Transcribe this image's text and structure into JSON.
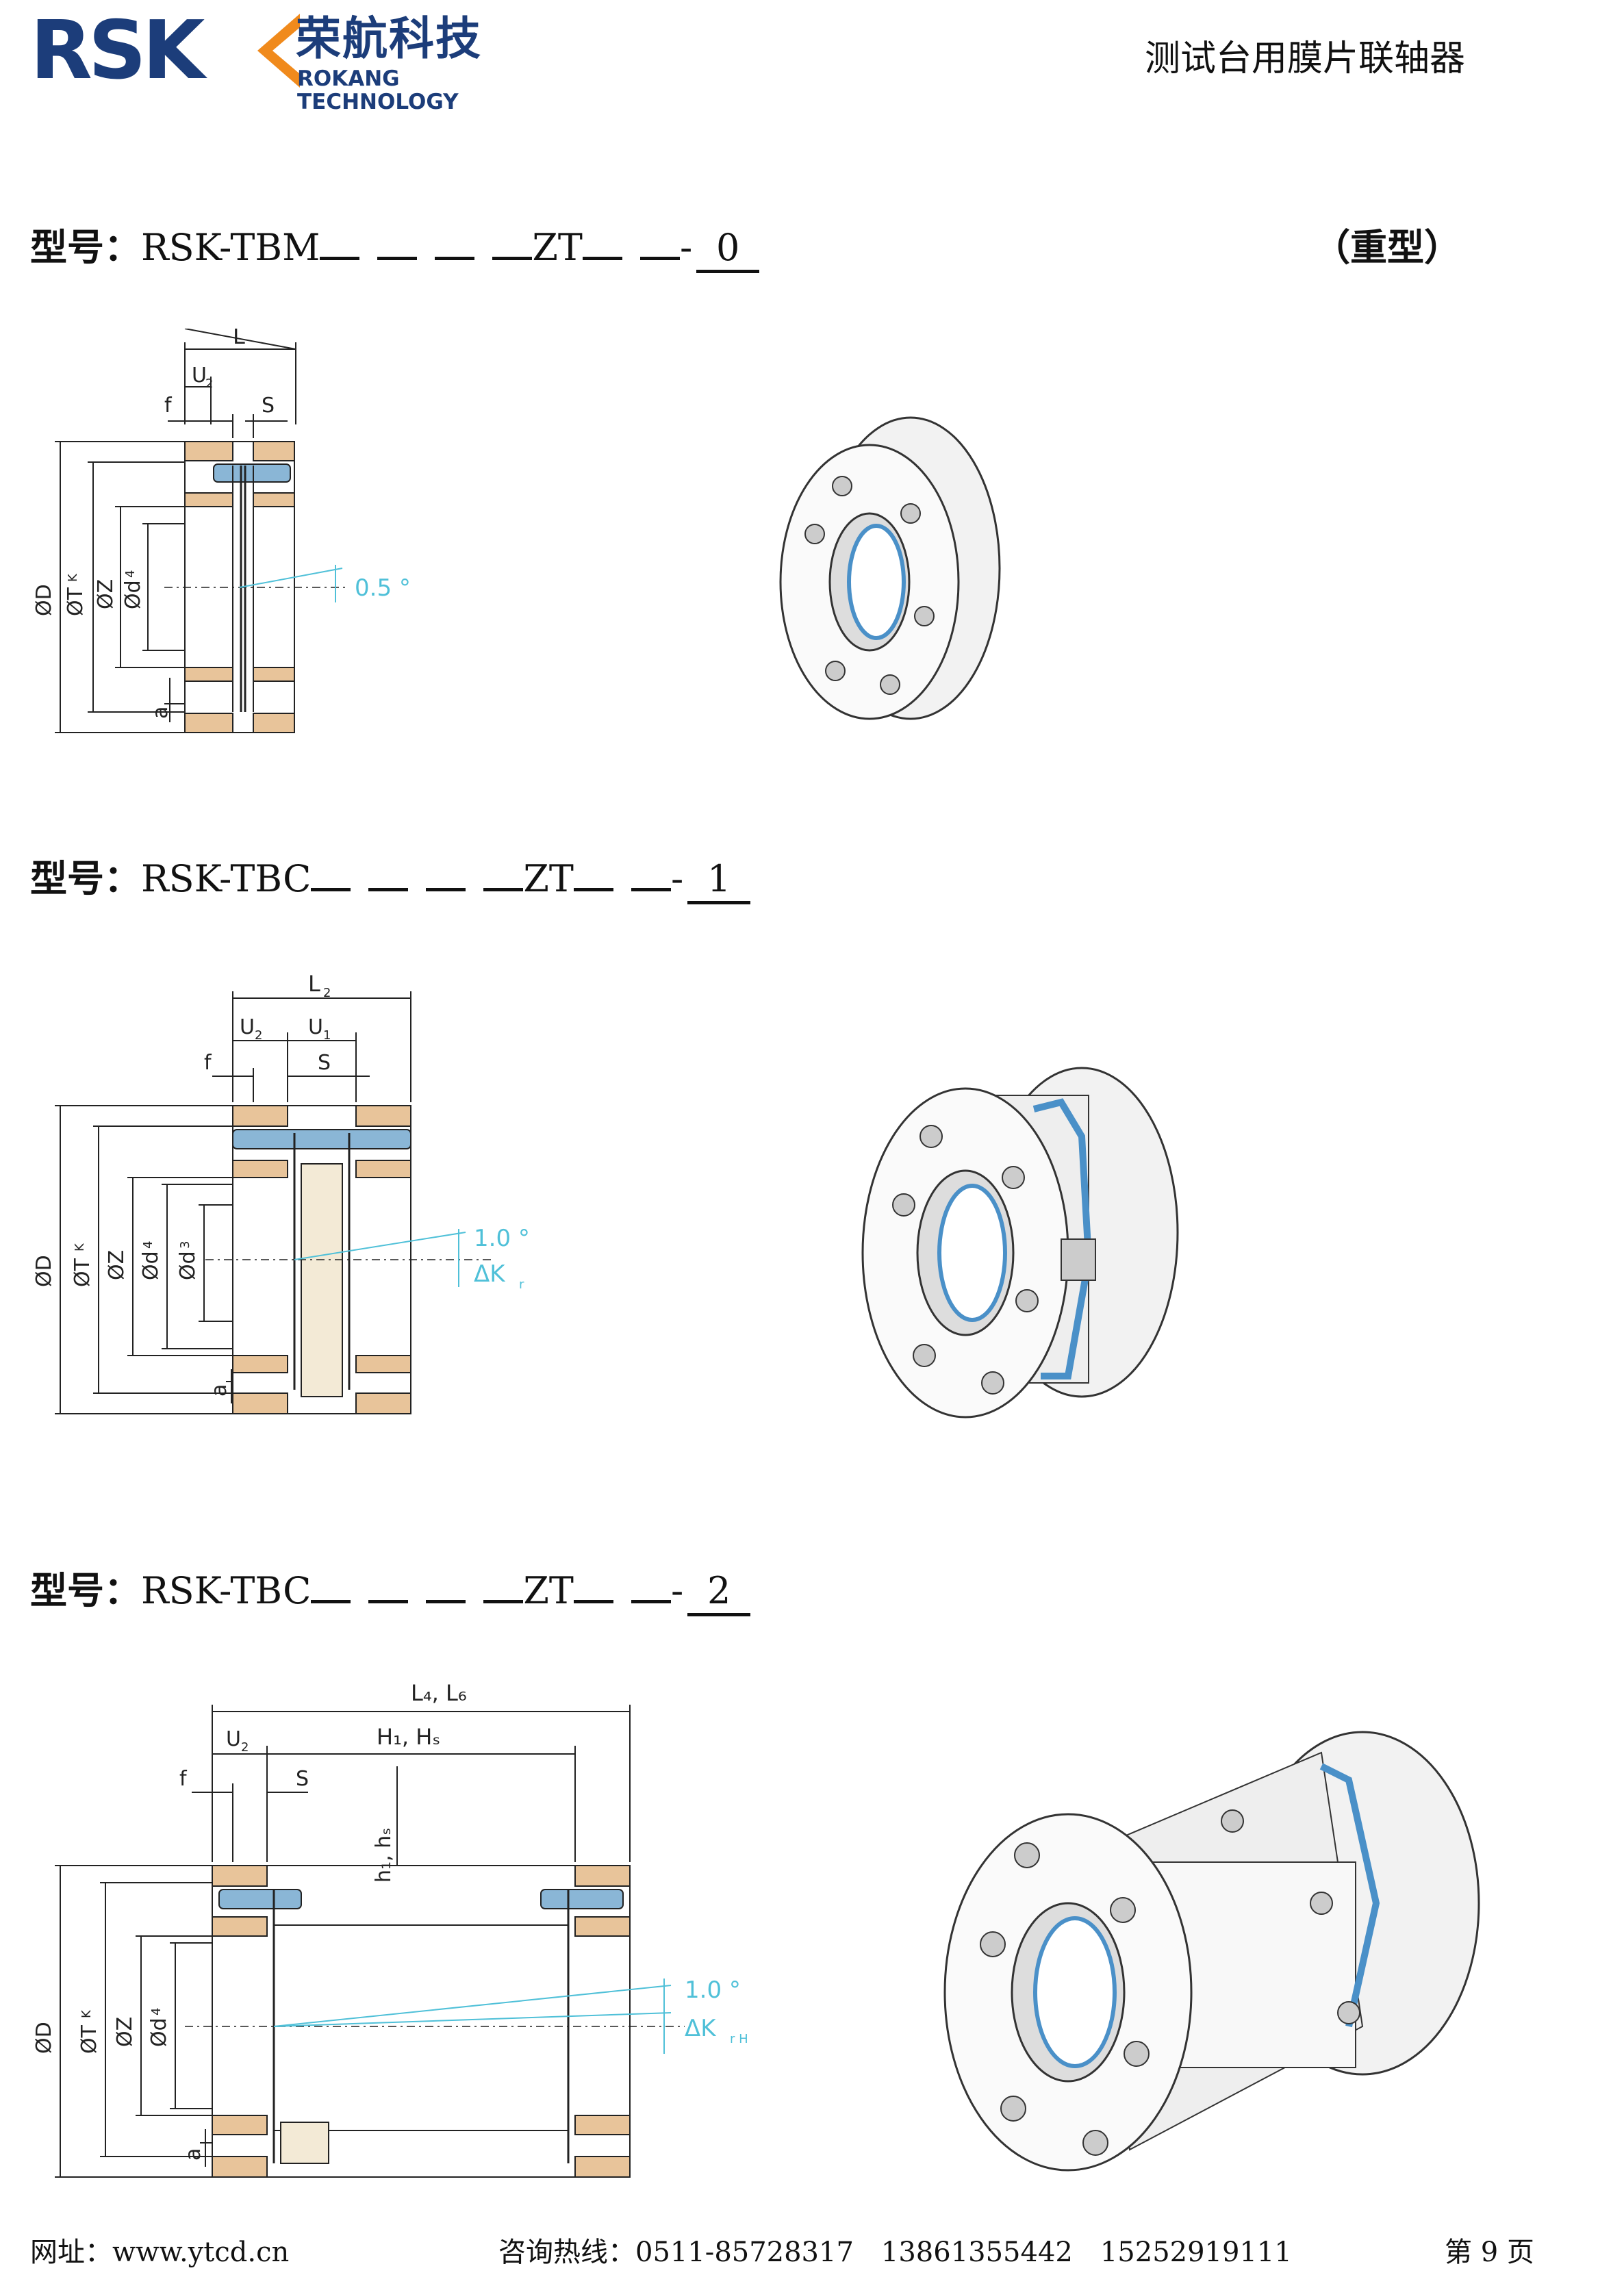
{
  "header": {
    "logo_letters": "RSK",
    "logo_cn": "荣航科技",
    "logo_en": "ROKANG TECHNOLOGY",
    "doc_title": "测试台用膜片联轴器",
    "brand_color": "#1c3d7a",
    "accent_color": "#f08a1c"
  },
  "sections": [
    {
      "label": "型号：",
      "prefix": "RSK-TBM",
      "mid": "ZT",
      "dash": "-",
      "suffix": "0",
      "note": "（重型）",
      "drawing": {
        "L": "L",
        "U": "U",
        "U_sub": "2",
        "f": "f",
        "S": "S",
        "dims": [
          "ØD",
          "ØT",
          "ØZ",
          "Ød"
        ],
        "T_sub": "K",
        "d_sub": "4",
        "a": "a",
        "angle": "0.5 °"
      }
    },
    {
      "label": "型号：",
      "prefix": "RSK-TBC",
      "mid": "ZT",
      "dash": "-",
      "suffix": "1",
      "drawing": {
        "L": "L",
        "L_sub": "2",
        "U": "U",
        "U2_sub": "2",
        "U1_sub": "1",
        "f": "f",
        "S": "S",
        "dims": [
          "ØD",
          "ØT",
          "ØZ",
          "Ød",
          "Ød"
        ],
        "T_sub": "K",
        "d4_sub": "4",
        "d3_sub": "3",
        "a": "a",
        "angle": "1.0 °",
        "dk": "ΔK",
        "dk_sub": "r"
      }
    },
    {
      "label": "型号：",
      "prefix": "RSK-TBC",
      "mid": "ZT",
      "dash": "-",
      "suffix": "2",
      "drawing": {
        "L": "L",
        "L_text": "L₄, L₆",
        "U": "U",
        "U_sub": "2",
        "H_text": "H₁, Hₛ",
        "h_text": "h₁, hₛ",
        "f": "f",
        "S": "S",
        "dims": [
          "ØD",
          "ØT",
          "ØZ",
          "Ød"
        ],
        "T_sub": "K",
        "d_sub": "4",
        "a": "a",
        "angle": "1.0 °",
        "dk": "ΔK",
        "dk_sub": "r H"
      }
    }
  ],
  "footer": {
    "website_label": "网址：",
    "website": "www.ytcd.cn",
    "hotline_label": "咨询热线：",
    "phone1": "0511-85728317",
    "phone2": "13861355442",
    "phone3": "15252919111",
    "page": "第 9 页"
  }
}
